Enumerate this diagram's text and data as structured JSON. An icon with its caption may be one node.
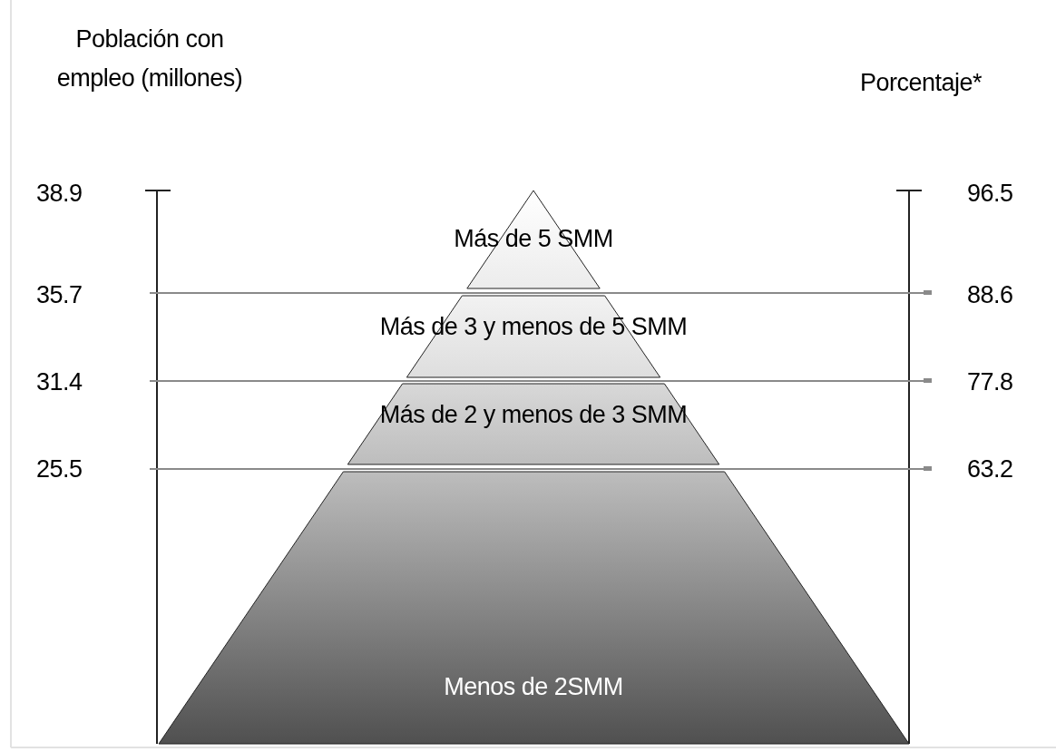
{
  "diagram": {
    "nodes": [
      {
        "text": [
          "Más de 5 SMM"
        ]
      },
      {
        "text": [
          "Más de 3 y menos de 5 SMM"
        ]
      },
      {
        "text": [
          "Más de 2 y menos de 3 SMM"
        ]
      },
      {
        "text": [
          "Menos de 2SMM"
        ]
      }
    ],
    "labels": [
      "Población con empleo (millones)",
      "Porcentaje*",
      "38.9",
      "96.5",
      "35.7",
      "88.6",
      "31.4",
      "77.8",
      "25.5",
      "63.2"
    ]
  }
}
